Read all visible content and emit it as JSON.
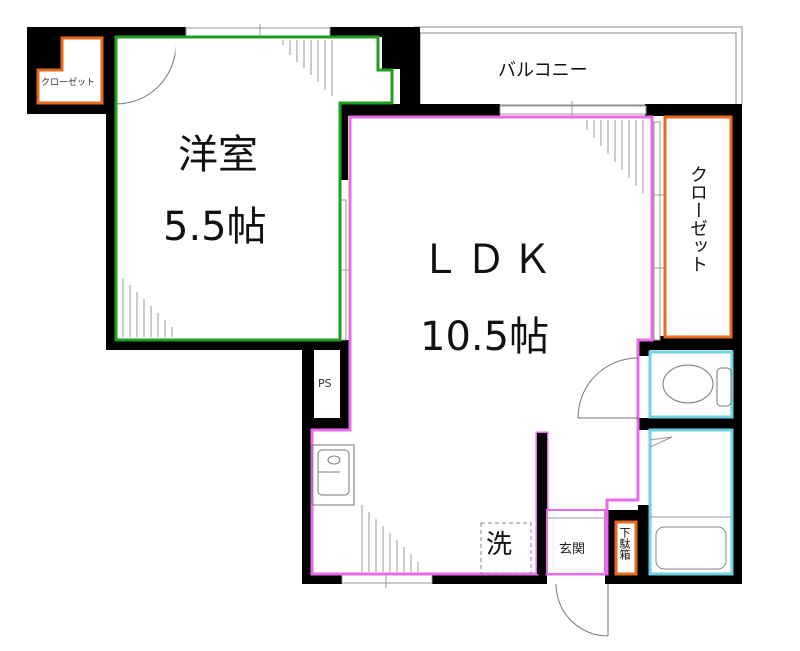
{
  "floor_plan": {
    "layout": "1LDK",
    "rooms": [
      {
        "id": "western_room",
        "name": "洋室",
        "size": "5.5帖",
        "border_color": "#1f9e1f"
      },
      {
        "id": "ldk",
        "name": "ＬＤＫ",
        "size": "10.5帖",
        "border_color": "#ea6bea"
      },
      {
        "id": "balcony",
        "name": "バルコニー"
      },
      {
        "id": "closet_small",
        "name": "クローゼット",
        "border_color": "#e86a1c"
      },
      {
        "id": "closet_tall",
        "name": "クローゼット",
        "border_color": "#e86a1c"
      },
      {
        "id": "ps",
        "name": "PS"
      },
      {
        "id": "washer",
        "name": "洗"
      },
      {
        "id": "entrance",
        "name": "玄関"
      },
      {
        "id": "shoe_box",
        "name": "下駄箱",
        "border_color": "#e86a1c"
      },
      {
        "id": "toilet",
        "border_color": "#6dd3e0"
      },
      {
        "id": "bathroom",
        "border_color": "#6dd3e0"
      }
    ]
  },
  "colors": {
    "wall": "#000000",
    "western_room_border": "#1f9e1f",
    "ldk_border": "#ea6bea",
    "closet_border": "#e86a1c",
    "wet_area_border": "#6dd3e0",
    "fixture_line": "#777777"
  }
}
